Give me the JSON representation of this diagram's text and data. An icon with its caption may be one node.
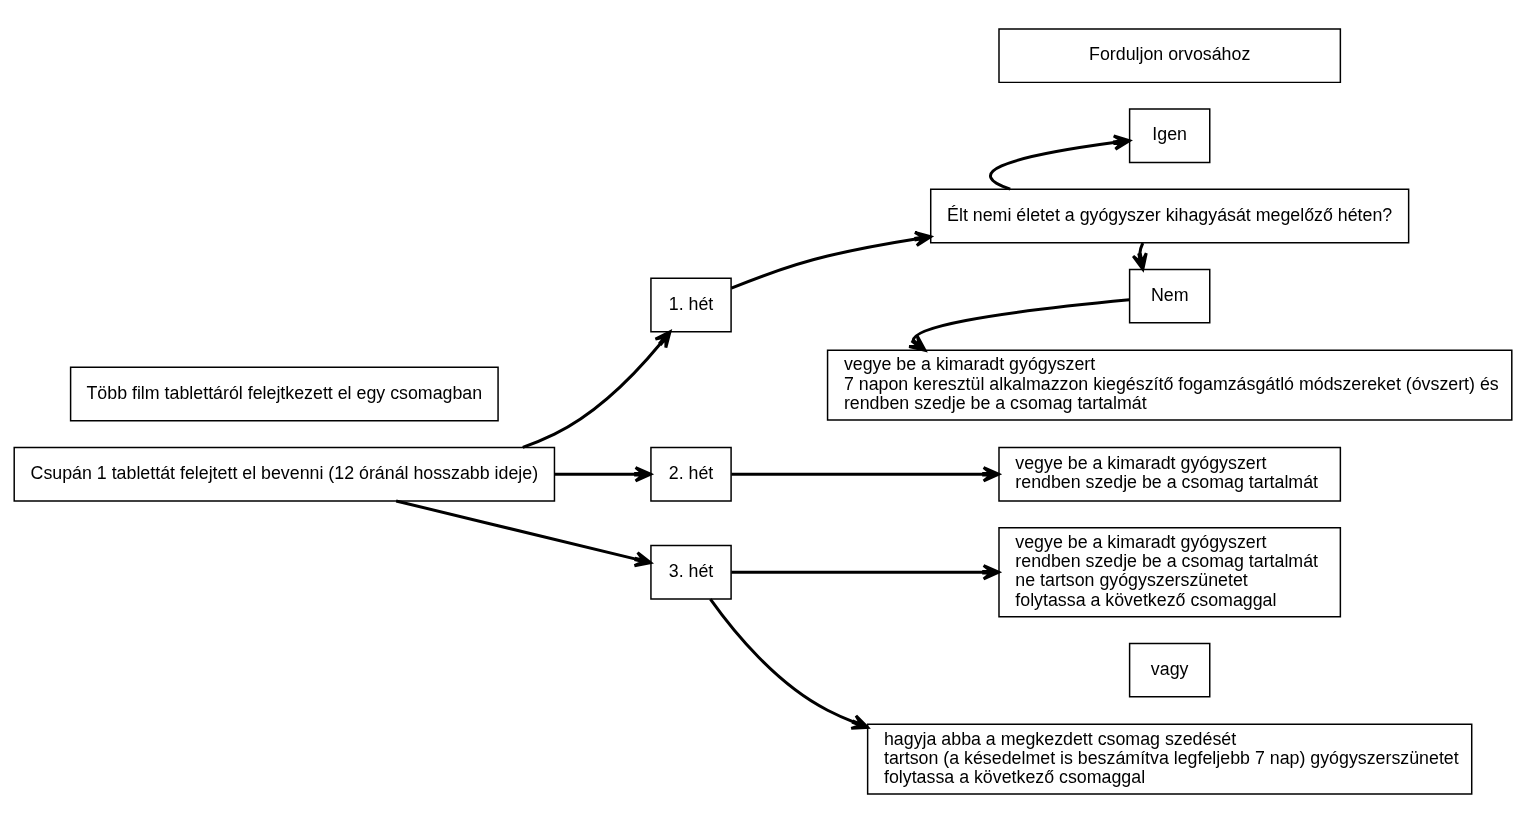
{
  "diagram": {
    "nodes": [
      {
        "text": [
          "Több film tablettáról felejtkezett el egy csomagban"
        ]
      },
      {
        "text": [
          "Forduljon orvosához"
        ]
      },
      {
        "text": [
          "Igen"
        ]
      },
      {
        "text": [
          "Élt nemi életet a gyógyszer kihagyását megelőző héten?"
        ]
      },
      {
        "text": [
          "1. hét"
        ]
      },
      {
        "text": [
          "Nem"
        ]
      },
      {
        "text": [
          "vegye be a kimaradt gyógyszert",
          "7 napon keresztül alkalmazzon kiegészítő fogamzásgátló módszereket (óvszert) és",
          "rendben szedje be a csomag tartalmát"
        ]
      },
      {
        "text": [
          "Csupán 1 tablettát felejtett el bevenni (12 óránál hosszabb ideje)"
        ]
      },
      {
        "text": [
          "2. hét"
        ]
      },
      {
        "text": [
          "vegye be a kimaradt gyógyszert",
          "rendben szedje be a csomag tartalmát"
        ]
      },
      {
        "text": [
          "vegye be a kimaradt gyógyszert",
          "rendben szedje be a csomag tartalmát",
          "ne tartson gyógyszerszünetet",
          "folytassa a következő csomaggal"
        ]
      },
      {
        "text": [
          "3. hét"
        ]
      },
      {
        "text": [
          "vagy"
        ]
      },
      {
        "text": [
          "hagyja abba a megkezdett csomag szedését",
          "tartson (a késedelmet is beszámítva legfeljebb 7 nap) gyógyszerszünetet",
          "folytassa a következő csomaggal"
        ]
      }
    ],
    "edges": [
      {
        "from": 7,
        "to": 4,
        "arrow": "to"
      },
      {
        "from": 7,
        "to": 8,
        "arrow": "to"
      },
      {
        "from": 7,
        "to": 11,
        "arrow": "to"
      },
      {
        "from": 4,
        "to": 3,
        "arrow": "to"
      },
      {
        "from": 3,
        "to": 2,
        "arrow": "to"
      },
      {
        "from": 3,
        "to": 5,
        "arrow": "to"
      },
      {
        "from": 5,
        "to": 6,
        "arrow": "to"
      },
      {
        "from": 8,
        "to": 9,
        "arrow": "to"
      },
      {
        "from": 11,
        "to": 10,
        "arrow": "to"
      },
      {
        "from": 11,
        "to": 13,
        "arrow": "to"
      }
    ]
  }
}
